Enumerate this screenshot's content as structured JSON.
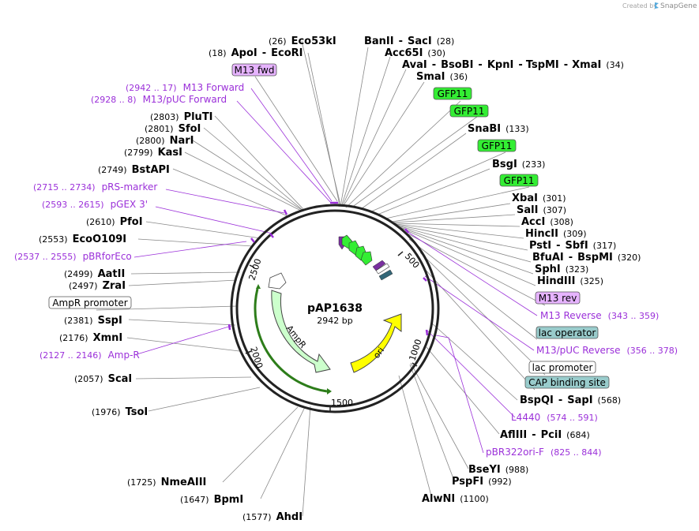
{
  "credit": {
    "prefix": "Created by",
    "brand": "SnapGene"
  },
  "plasmid": {
    "name": "pAP1638",
    "size": "2942 bp"
  },
  "ticks": [
    "500",
    "1000",
    "1500",
    "2000",
    "2500"
  ],
  "features": {
    "ampr": "AmpR",
    "ori": "ori"
  },
  "labels": [
    {
      "id": "s1",
      "pos": "(26)",
      "name": "Eco53kI"
    },
    {
      "id": "s2",
      "pos": "(18)",
      "name": "ApoI",
      "sep": "-",
      "name2": "EcoRI"
    },
    {
      "id": "s3",
      "name": "BanII",
      "sep": "-",
      "name2": "SacI",
      "pos": "(28)"
    },
    {
      "id": "s4",
      "name": "Acc65I",
      "pos": "(30)"
    },
    {
      "id": "s5",
      "name": "AvaI",
      "sep": "-",
      "name2": "BsoBI",
      "sep2": "-",
      "name3": "KpnI",
      "sep3": "-",
      "name4": "TspMI",
      "sep4": "-",
      "name5": "XmaI",
      "pos": "(34)"
    },
    {
      "id": "s6",
      "name": "SmaI",
      "pos": "(36)"
    },
    {
      "id": "s7",
      "name": "SnaBI",
      "pos": "(133)"
    },
    {
      "id": "s8",
      "name": "BsgI",
      "pos": "(233)"
    },
    {
      "id": "s9",
      "name": "XbaI",
      "pos": "(301)"
    },
    {
      "id": "s10",
      "name": "SalI",
      "pos": "(307)"
    },
    {
      "id": "s11",
      "name": "AccI",
      "pos": "(308)"
    },
    {
      "id": "s12",
      "name": "HincII",
      "pos": "(309)"
    },
    {
      "id": "s13",
      "name": "PstI",
      "sep": "-",
      "name2": "SbfI",
      "pos": "(317)"
    },
    {
      "id": "s14",
      "name": "BfuAI",
      "sep": "-",
      "name2": "BspMI",
      "pos": "(320)"
    },
    {
      "id": "s15",
      "name": "SphI",
      "pos": "(323)"
    },
    {
      "id": "s16",
      "name": "HindIII",
      "pos": "(325)"
    },
    {
      "id": "s17",
      "name": "BspQI",
      "sep": "-",
      "name2": "SapI",
      "pos": "(568)"
    },
    {
      "id": "s18",
      "name": "AflIII",
      "sep": "-",
      "name2": "PciI",
      "pos": "(684)"
    },
    {
      "id": "s19",
      "name": "BseYI",
      "pos": "(988)"
    },
    {
      "id": "s20",
      "name": "PspFI",
      "pos": "(992)"
    },
    {
      "id": "s21",
      "name": "AlwNI",
      "pos": "(1100)"
    },
    {
      "id": "s22",
      "pos": "(1577)",
      "name": "AhdI"
    },
    {
      "id": "s23",
      "pos": "(1647)",
      "name": "BpmI"
    },
    {
      "id": "s24",
      "pos": "(1725)",
      "name": "NmeAIII"
    },
    {
      "id": "s25",
      "pos": "(1976)",
      "name": "TsoI"
    },
    {
      "id": "s26",
      "pos": "(2057)",
      "name": "ScaI"
    },
    {
      "id": "s27",
      "pos": "(2176)",
      "name": "XmnI"
    },
    {
      "id": "s28",
      "pos": "(2381)",
      "name": "SspI"
    },
    {
      "id": "s29",
      "pos": "(2497)",
      "name": "ZraI"
    },
    {
      "id": "s30",
      "pos": "(2499)",
      "name": "AatII"
    },
    {
      "id": "s31",
      "pos": "(2553)",
      "name": "EcoO109I"
    },
    {
      "id": "s32",
      "pos": "(2610)",
      "name": "PfoI"
    },
    {
      "id": "s33",
      "pos": "(2749)",
      "name": "BstAPI"
    },
    {
      "id": "s34",
      "pos": "(2799)",
      "name": "KasI"
    },
    {
      "id": "s35",
      "pos": "(2800)",
      "name": "NarI"
    },
    {
      "id": "s36",
      "pos": "(2801)",
      "name": "SfoI"
    },
    {
      "id": "s37",
      "pos": "(2803)",
      "name": "PluTI"
    }
  ],
  "primers": [
    {
      "id": "p1",
      "range": "(2942 .. 17)",
      "name": "M13 Forward"
    },
    {
      "id": "p2",
      "range": "(2928 .. 8)",
      "name": "M13/pUC Forward"
    },
    {
      "id": "p3",
      "range": "(2715 .. 2734)",
      "name": "pRS-marker"
    },
    {
      "id": "p4",
      "range": "(2593 .. 2615)",
      "name": "pGEX 3'"
    },
    {
      "id": "p5",
      "range": "(2537 .. 2555)",
      "name": "pBRforEco"
    },
    {
      "id": "p6",
      "range": "(2127 .. 2146)",
      "name": "Amp-R"
    },
    {
      "id": "p7",
      "name": "M13 Reverse",
      "range": "(343 .. 359)"
    },
    {
      "id": "p8",
      "name": "M13/pUC Reverse",
      "range": "(356 .. 378)"
    },
    {
      "id": "p9",
      "name": "L4440",
      "range": "(574 .. 591)"
    },
    {
      "id": "p10",
      "name": "pBR322ori-F",
      "range": "(825 .. 844)"
    }
  ],
  "boxes": [
    {
      "id": "b1",
      "text": "M13 fwd",
      "fill": "#e6b3ff"
    },
    {
      "id": "b2",
      "text": "GFP11",
      "fill": "#33ee33"
    },
    {
      "id": "b3",
      "text": "GFP11",
      "fill": "#33ee33"
    },
    {
      "id": "b4",
      "text": "GFP11",
      "fill": "#33ee33"
    },
    {
      "id": "b5",
      "text": "GFP11",
      "fill": "#33ee33"
    },
    {
      "id": "b6",
      "text": "M13 rev",
      "fill": "#e6b3ff"
    },
    {
      "id": "b7",
      "text": "lac operator",
      "fill": "#99cccc"
    },
    {
      "id": "b8",
      "text": "lac promoter",
      "fill": "#ffffff"
    },
    {
      "id": "b9",
      "text": "CAP binding site",
      "fill": "#99cccc"
    },
    {
      "id": "b10",
      "text": "AmpR promoter",
      "fill": "#ffffff"
    }
  ],
  "colors": {
    "primer": "#9b30d9",
    "ampr": "#ccffcc",
    "ori": "#ffff00",
    "leader": "#888888"
  }
}
